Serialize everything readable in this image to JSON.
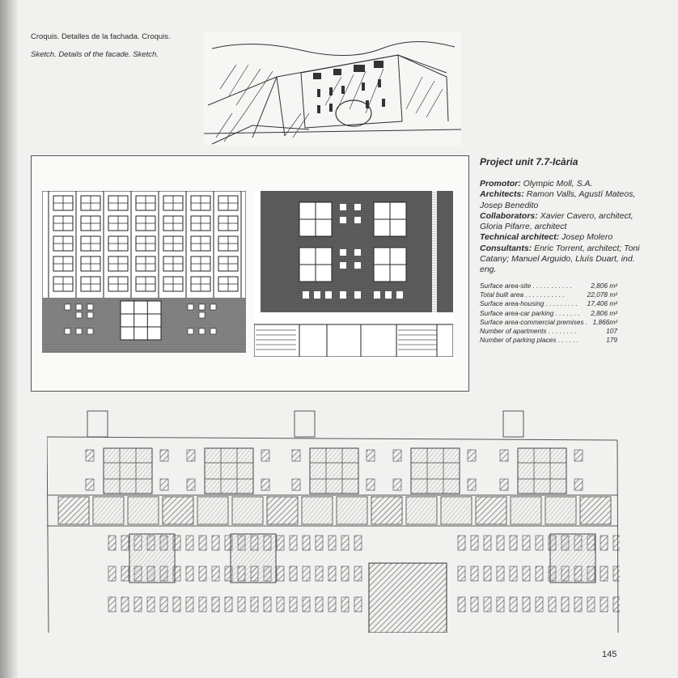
{
  "captions": {
    "spanish": "Croquis. Detalles de la fachada. Croquis.",
    "english": "Sketch. Details of the facade. Sketch."
  },
  "project": {
    "title": "Project unit 7.7-Icària",
    "promotor_label": "Promotor:",
    "promotor": "Olympic Moll, S.A.",
    "architects_label": "Architects:",
    "architects": "Ramon Valls, Agustí Mateos, Josep Benedito",
    "collaborators_label": "Collaborators:",
    "collaborators": "Xavier Cavero, architect, Gloria Pifarre, architect",
    "technical_label": "Technical architect:",
    "technical": "Josep Molero",
    "consultants_label": "Consultants:",
    "consultants": "Enric Torrent, architect; Toni Catany; Manuel Arguido, Lluís Duart, ind. eng."
  },
  "stats": [
    {
      "label": "Surface area-site . . . . . . . . . . .",
      "value": "2,806 m²"
    },
    {
      "label": "Total built area . . . . . . . . . . .",
      "value": "22,078 m²"
    },
    {
      "label": "Surface area-housing . . . . . . . . .",
      "value": "17,406 m²"
    },
    {
      "label": "Surface area-car parking . . . . . . .",
      "value": "2,806 m²"
    },
    {
      "label": "Surface area-commercial premises .",
      "value": "1,866m²"
    },
    {
      "label": "Number of apartments . . . . . . . .",
      "value": "107"
    },
    {
      "label": "Number of parking places . . . . . .",
      "value": "179"
    }
  ],
  "page_number": "145"
}
